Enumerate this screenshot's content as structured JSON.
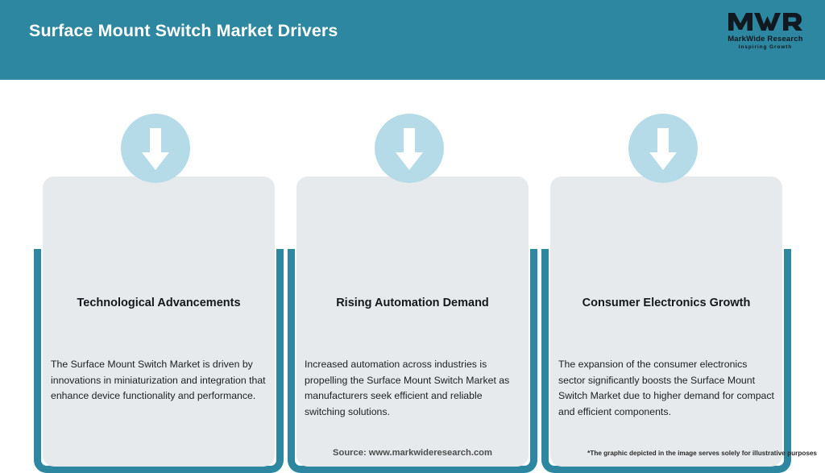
{
  "header": {
    "title": "Surface Mount Switch Market Drivers",
    "background_color": "#2e87a0",
    "title_color": "#ffffff"
  },
  "logo": {
    "mark": "MWR",
    "name": "MarkWide Research",
    "tagline": "Inspiring Growth"
  },
  "theme": {
    "teal": "#2e87a0",
    "light_blue": "#b5dbe8",
    "card_bg": "#e6eaec",
    "text_dark": "#14181c"
  },
  "cards": [
    {
      "icon": "arrow-down-icon",
      "title": "Technological Advancements",
      "description": "The Surface Mount Switch Market is driven by innovations in miniaturization and integration that enhance device functionality and performance."
    },
    {
      "icon": "arrow-down-icon",
      "title": "Rising Automation Demand",
      "description": "Increased automation across industries is propelling the Surface Mount Switch Market as manufacturers seek efficient and reliable switching solutions."
    },
    {
      "icon": "arrow-down-icon",
      "title": "Consumer Electronics Growth",
      "description": "The expansion of the consumer electronics sector significantly boosts the Surface Mount Switch Market due to higher demand for compact and efficient components."
    }
  ],
  "footer": {
    "source": "Source: www.markwideresearch.com",
    "note": "*The graphic depicted in the image serves solely for illustrative purposes"
  }
}
